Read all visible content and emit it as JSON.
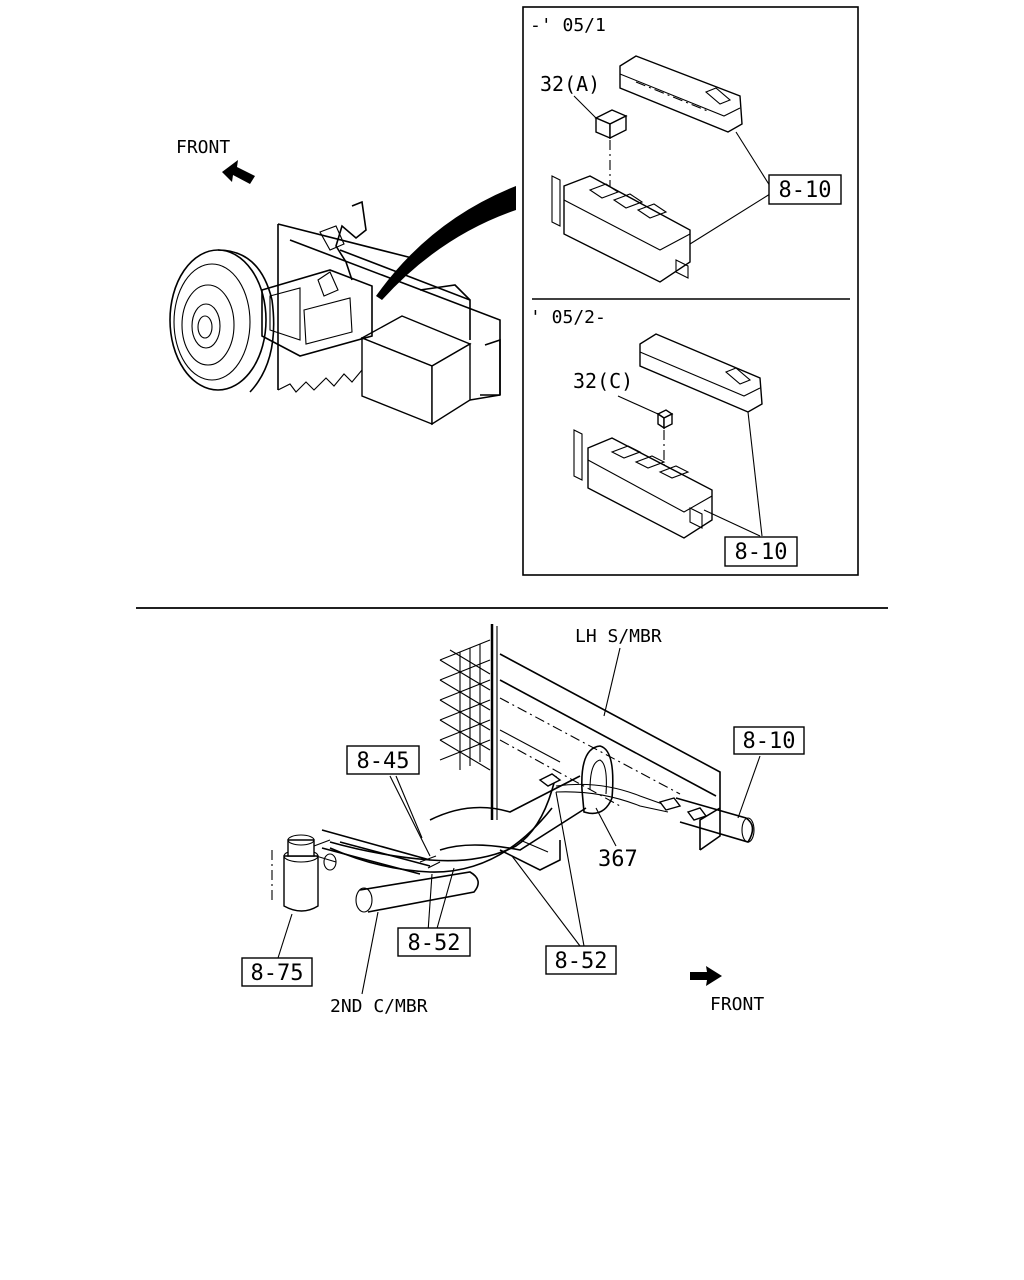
{
  "top": {
    "front_label": "FRONT",
    "inset_upper": {
      "period": "-' 05/1",
      "part_label": "32(A)",
      "ref_box": "8-10"
    },
    "inset_lower": {
      "period": "' 05/2-",
      "part_label": "32(C)",
      "ref_box": "8-10"
    }
  },
  "bottom": {
    "member_label": "LH S/MBR",
    "ref_8_10": "8-10",
    "ref_8_45": "8-45",
    "part_367": "367",
    "ref_8_52_left": "8-52",
    "ref_8_52_right": "8-52",
    "ref_8_75": "8-75",
    "crossmember_label": "2ND C/MBR",
    "front_label": "FRONT"
  }
}
